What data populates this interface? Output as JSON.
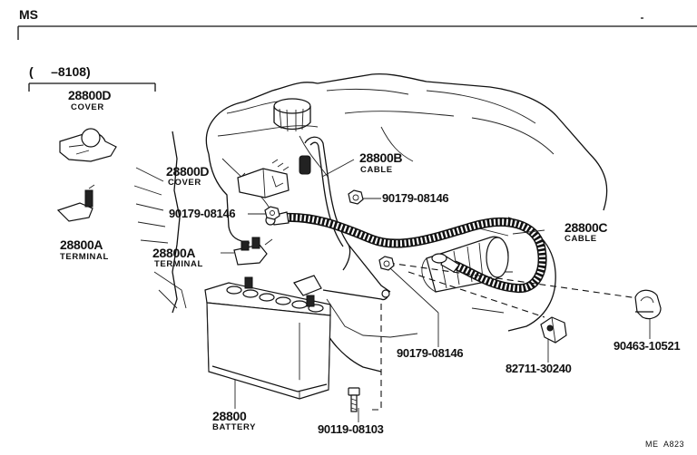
{
  "header": {
    "model_code": "MS",
    "range_note": "(     –8108)"
  },
  "parts": [
    {
      "id": "cover-d-left",
      "number": "28800D",
      "name": "COVER"
    },
    {
      "id": "terminal-a-left",
      "number": "28800A",
      "name": "TERMINAL"
    },
    {
      "id": "cover-d",
      "number": "28800D",
      "name": "COVER"
    },
    {
      "id": "bolt-1",
      "number": "90179-08146",
      "name": ""
    },
    {
      "id": "terminal-a",
      "number": "28800A",
      "name": "TERMINAL"
    },
    {
      "id": "cable-b",
      "number": "28800B",
      "name": "CABLE"
    },
    {
      "id": "nut-1",
      "number": "90179-08146",
      "name": ""
    },
    {
      "id": "cable-c",
      "number": "28800C",
      "name": "CABLE"
    },
    {
      "id": "nut-2",
      "number": "90179-08146",
      "name": ""
    },
    {
      "id": "bracket",
      "number": "82711-30240",
      "name": ""
    },
    {
      "id": "clamp",
      "number": "90463-10521",
      "name": ""
    },
    {
      "id": "battery",
      "number": "28800",
      "name": "BATTERY"
    },
    {
      "id": "bolt-2",
      "number": "90119-08103",
      "name": ""
    }
  ],
  "footer": {
    "code": "ME  A823"
  }
}
